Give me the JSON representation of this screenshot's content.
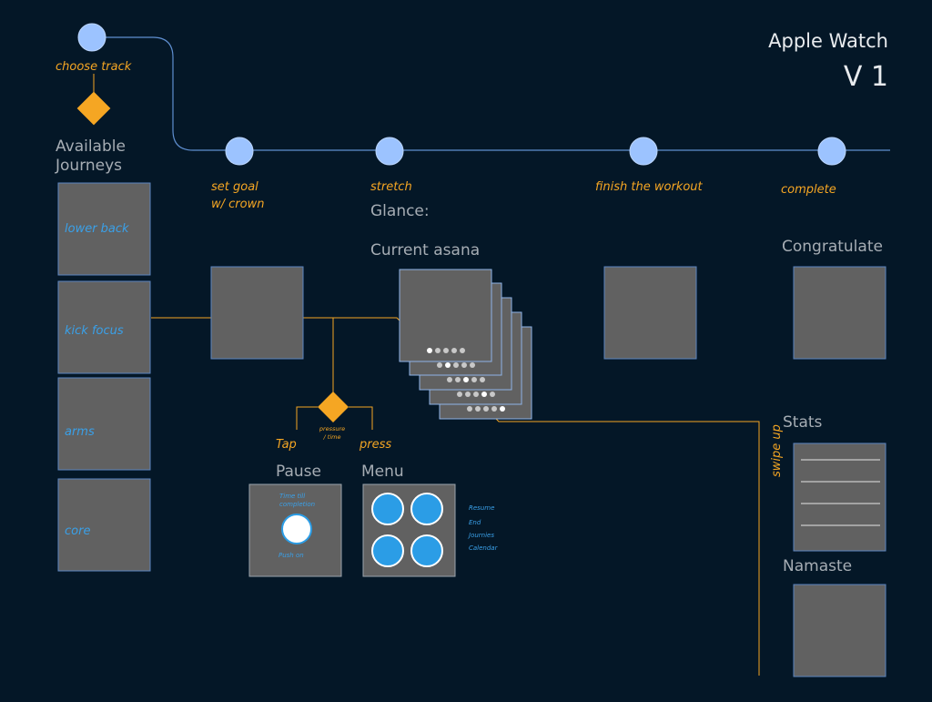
{
  "header": {
    "title": "Apple Watch",
    "version": "V 1"
  },
  "timeline": {
    "steps": {
      "choose_track": "choose track",
      "set_goal_1": "set goal",
      "set_goal_2": "w/ crown",
      "stretch": "stretch",
      "finish": "finish the workout",
      "complete": "complete"
    }
  },
  "journeys": {
    "heading_1": "Available",
    "heading_2": "Journeys",
    "items": [
      "lower back",
      "kick focus",
      "arms",
      "core"
    ]
  },
  "glance": {
    "label": "Glance:",
    "current": "Current asana"
  },
  "decision": {
    "caption_1": "pressure",
    "caption_2": "/ time",
    "tap": "Tap",
    "press": "press"
  },
  "pause": {
    "title": "Pause",
    "line1": "Time till",
    "line2": "completion",
    "push": "Push on"
  },
  "menu": {
    "title": "Menu",
    "items": [
      "Resume",
      "End",
      "Journies",
      "Calendar"
    ]
  },
  "screens": {
    "congratulate": "Congratulate",
    "stats": "Stats",
    "namaste": "Namaste"
  },
  "swipe": "swipe up",
  "colors": {
    "background": "#041727",
    "accent": "#f5a623",
    "node": "#9cc3ff",
    "link": "#3aa0e8",
    "screen": "#616161"
  }
}
